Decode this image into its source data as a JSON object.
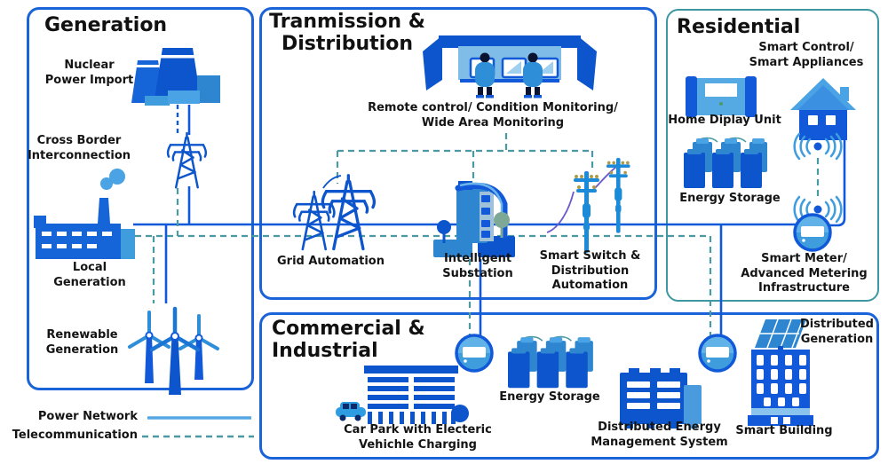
{
  "legend": {
    "power_network_label": "Power Network",
    "telecommunication_label": "Telecommunication"
  },
  "sections": {
    "generation": {
      "title": "Generation",
      "nuclear": "Nuclear\nPower Import",
      "cross_border": "Cross Border\nInterconnection",
      "local": "Local\nGeneration",
      "renewable": "Renewable\nGeneration"
    },
    "transmission": {
      "title": "Tranmission &\nDistribution",
      "remote_control": "Remote control/ Condition Monitoring/\nWide Area Monitoring",
      "grid_automation": "Grid Automation",
      "substation": "Intelligent\nSubstation",
      "smart_switch": "Smart Switch &\nDistribution\nAutomation"
    },
    "residential": {
      "title": "Residential",
      "smart_control": "Smart Control/\nSmart Appliances",
      "home_display": "Home Diplay Unit",
      "energy_storage": "Energy Storage",
      "smart_meter": "Smart Meter/\nAdvanced Metering\nInfrastructure"
    },
    "commercial": {
      "title": "Commercial &\nIndustrial",
      "car_park": "Car Park with Electeric\nVehichle Charging",
      "energy_storage": "Energy Storage",
      "dems": "Distributed Energy\nManagement System",
      "smart_building": "Smart Building",
      "distributed_generation": "Distributed\nGeneration"
    }
  },
  "colors": {
    "power_line": "#1159d8",
    "power_line_light": "#55a7e4",
    "telecom_line": "#4a99a3",
    "box_blue": "#1b63d8",
    "box_teal": "#3e98a3",
    "icon_dark_blue": "#0c55cc",
    "icon_mid_blue": "#2e86d0",
    "icon_light_blue": "#4aa3e4",
    "wire_purple": "#6a5acd",
    "insulator_gold": "#ac9b4a"
  },
  "icons": [
    "cooling-towers-icon",
    "transmission-pylon-icon",
    "factory-icon",
    "wind-turbines-icon",
    "control-room-icon",
    "grid-automation-towers-icon",
    "substation-icon",
    "utility-poles-icon",
    "house-icon",
    "home-display-unit-icon",
    "battery-storage-icon",
    "wireless-signal-icon",
    "smart-meter-icon",
    "car-park-icon",
    "ev-car-icon",
    "server-cabinet-icon",
    "smart-building-icon",
    "solar-panel-icon"
  ]
}
